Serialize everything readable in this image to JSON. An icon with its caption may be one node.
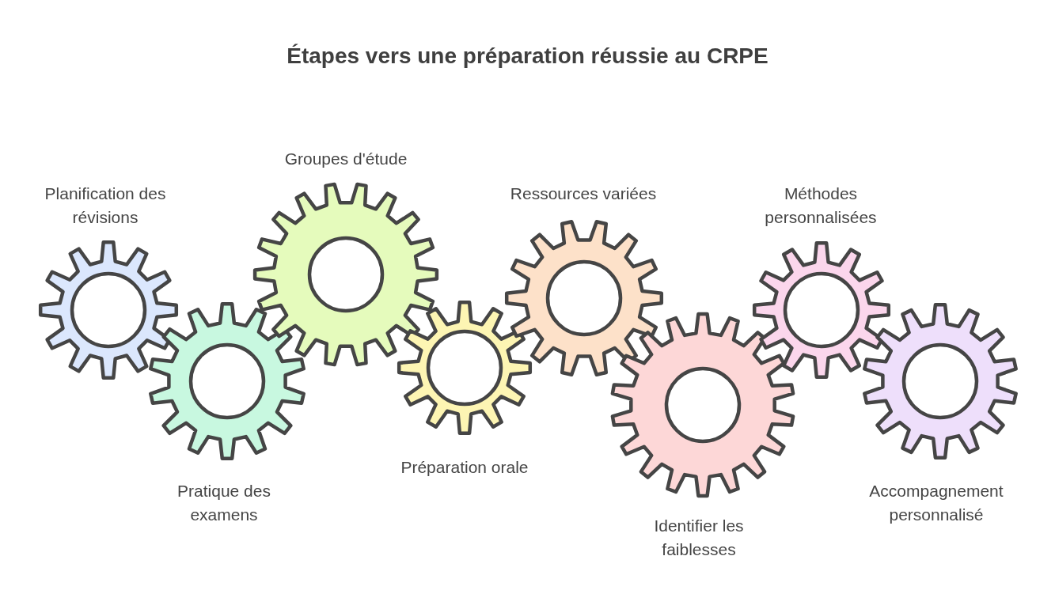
{
  "diagram": {
    "title": "Étapes vers une préparation réussie au CRPE",
    "nodes": [
      {
        "text": [
          "Planification des révisions"
        ]
      },
      {
        "text": [
          "Pratique des examens"
        ]
      },
      {
        "text": [
          "Groupes d'étude"
        ]
      },
      {
        "text": [
          "Préparation orale"
        ]
      },
      {
        "text": [
          "Ressources variées"
        ]
      },
      {
        "text": [
          "Identifier les faiblesses"
        ]
      },
      {
        "text": [
          "Méthodes personnalisées"
        ]
      },
      {
        "text": [
          "Accompagnement personnalisé"
        ]
      }
    ]
  }
}
